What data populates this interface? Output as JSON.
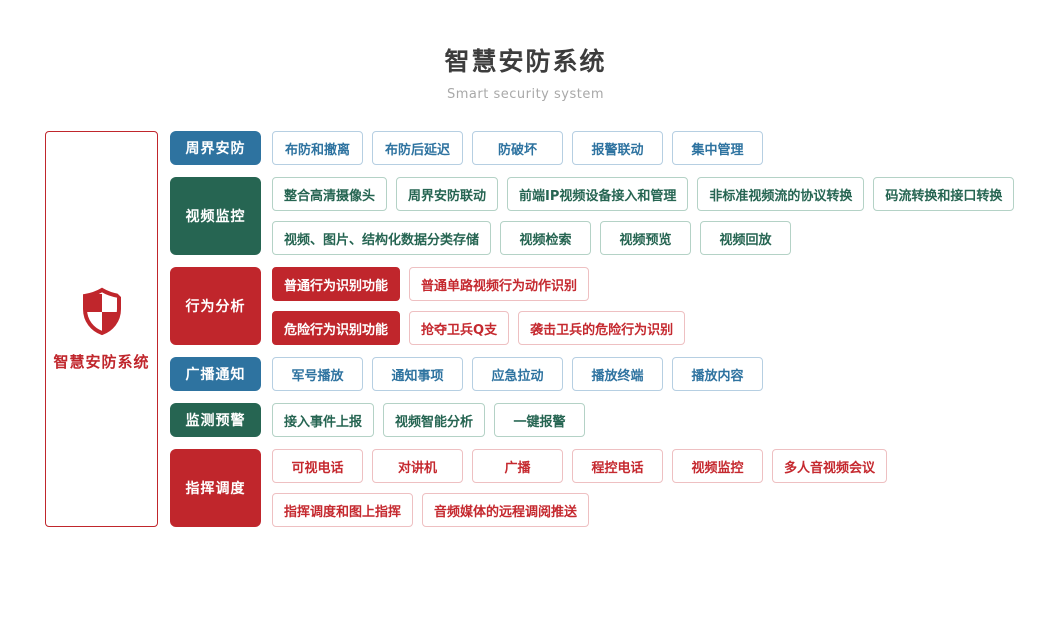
{
  "title": "智慧安防系统",
  "subtitle": "Smart security system",
  "root": {
    "label": "智慧安防系统",
    "icon": "shield-icon"
  },
  "colors": {
    "blue": "#2e73a0",
    "green": "#266552",
    "red": "#c0262c"
  },
  "rows": [
    {
      "category": "周界安防",
      "color": "blue",
      "lines": [
        [
          {
            "label": "布防和撤离"
          },
          {
            "label": "布防后延迟"
          },
          {
            "label": "防破坏"
          },
          {
            "label": "报警联动"
          },
          {
            "label": "集中管理"
          }
        ]
      ]
    },
    {
      "category": "视频监控",
      "color": "green",
      "lines": [
        [
          {
            "label": "整合高清摄像头"
          },
          {
            "label": "周界安防联动"
          },
          {
            "label": "前端IP视频设备接入和管理"
          },
          {
            "label": "非标准视频流的协议转换"
          },
          {
            "label": "码流转换和接口转换"
          }
        ],
        [
          {
            "label": "视频、图片、结构化数据分类存储"
          },
          {
            "label": "视频检索"
          },
          {
            "label": "视频预览"
          },
          {
            "label": "视频回放"
          }
        ]
      ]
    },
    {
      "category": "行为分析",
      "color": "red",
      "lines": [
        [
          {
            "label": "普通行为识别功能",
            "filled": true
          },
          {
            "label": "普通单路视频行为动作识别"
          }
        ],
        [
          {
            "label": "危险行为识别功能",
            "filled": true
          },
          {
            "label": "抢夺卫兵Q支"
          },
          {
            "label": "袭击卫兵的危险行为识别"
          }
        ]
      ]
    },
    {
      "category": "广播通知",
      "color": "blue",
      "lines": [
        [
          {
            "label": "军号播放"
          },
          {
            "label": "通知事项"
          },
          {
            "label": "应急拉动"
          },
          {
            "label": "播放终端"
          },
          {
            "label": "播放内容"
          }
        ]
      ]
    },
    {
      "category": "监测预警",
      "color": "green",
      "lines": [
        [
          {
            "label": "接入事件上报"
          },
          {
            "label": "视频智能分析"
          },
          {
            "label": "一键报警"
          }
        ]
      ]
    },
    {
      "category": "指挥调度",
      "color": "red",
      "lines": [
        [
          {
            "label": "可视电话"
          },
          {
            "label": "对讲机"
          },
          {
            "label": "广播"
          },
          {
            "label": "程控电话"
          },
          {
            "label": "视频监控"
          },
          {
            "label": "多人音视频会议"
          }
        ],
        [
          {
            "label": "指挥调度和图上指挥"
          },
          {
            "label": "音频媒体的远程调阅推送"
          }
        ]
      ]
    }
  ]
}
